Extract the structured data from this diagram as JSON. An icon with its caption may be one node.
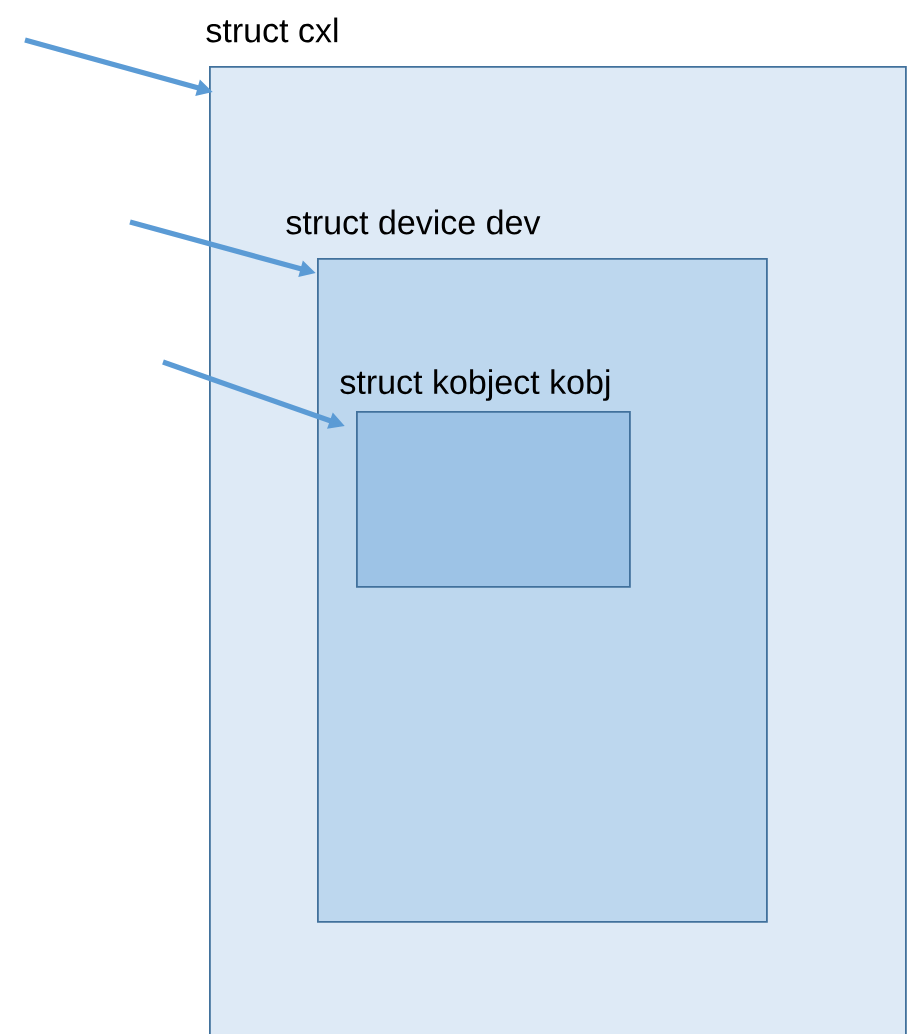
{
  "diagram": {
    "nodes": [
      {
        "text": [
          "struct cxl"
        ]
      },
      {
        "text": [
          "struct device dev"
        ],
        "in": 0
      },
      {
        "text": [
          "struct kobject kobj"
        ],
        "in": 1
      }
    ],
    "edges": [
      {
        "from": null,
        "to": 0,
        "arrow": "to"
      },
      {
        "from": null,
        "to": 1,
        "arrow": "to"
      },
      {
        "from": null,
        "to": 2,
        "arrow": "to"
      }
    ]
  }
}
